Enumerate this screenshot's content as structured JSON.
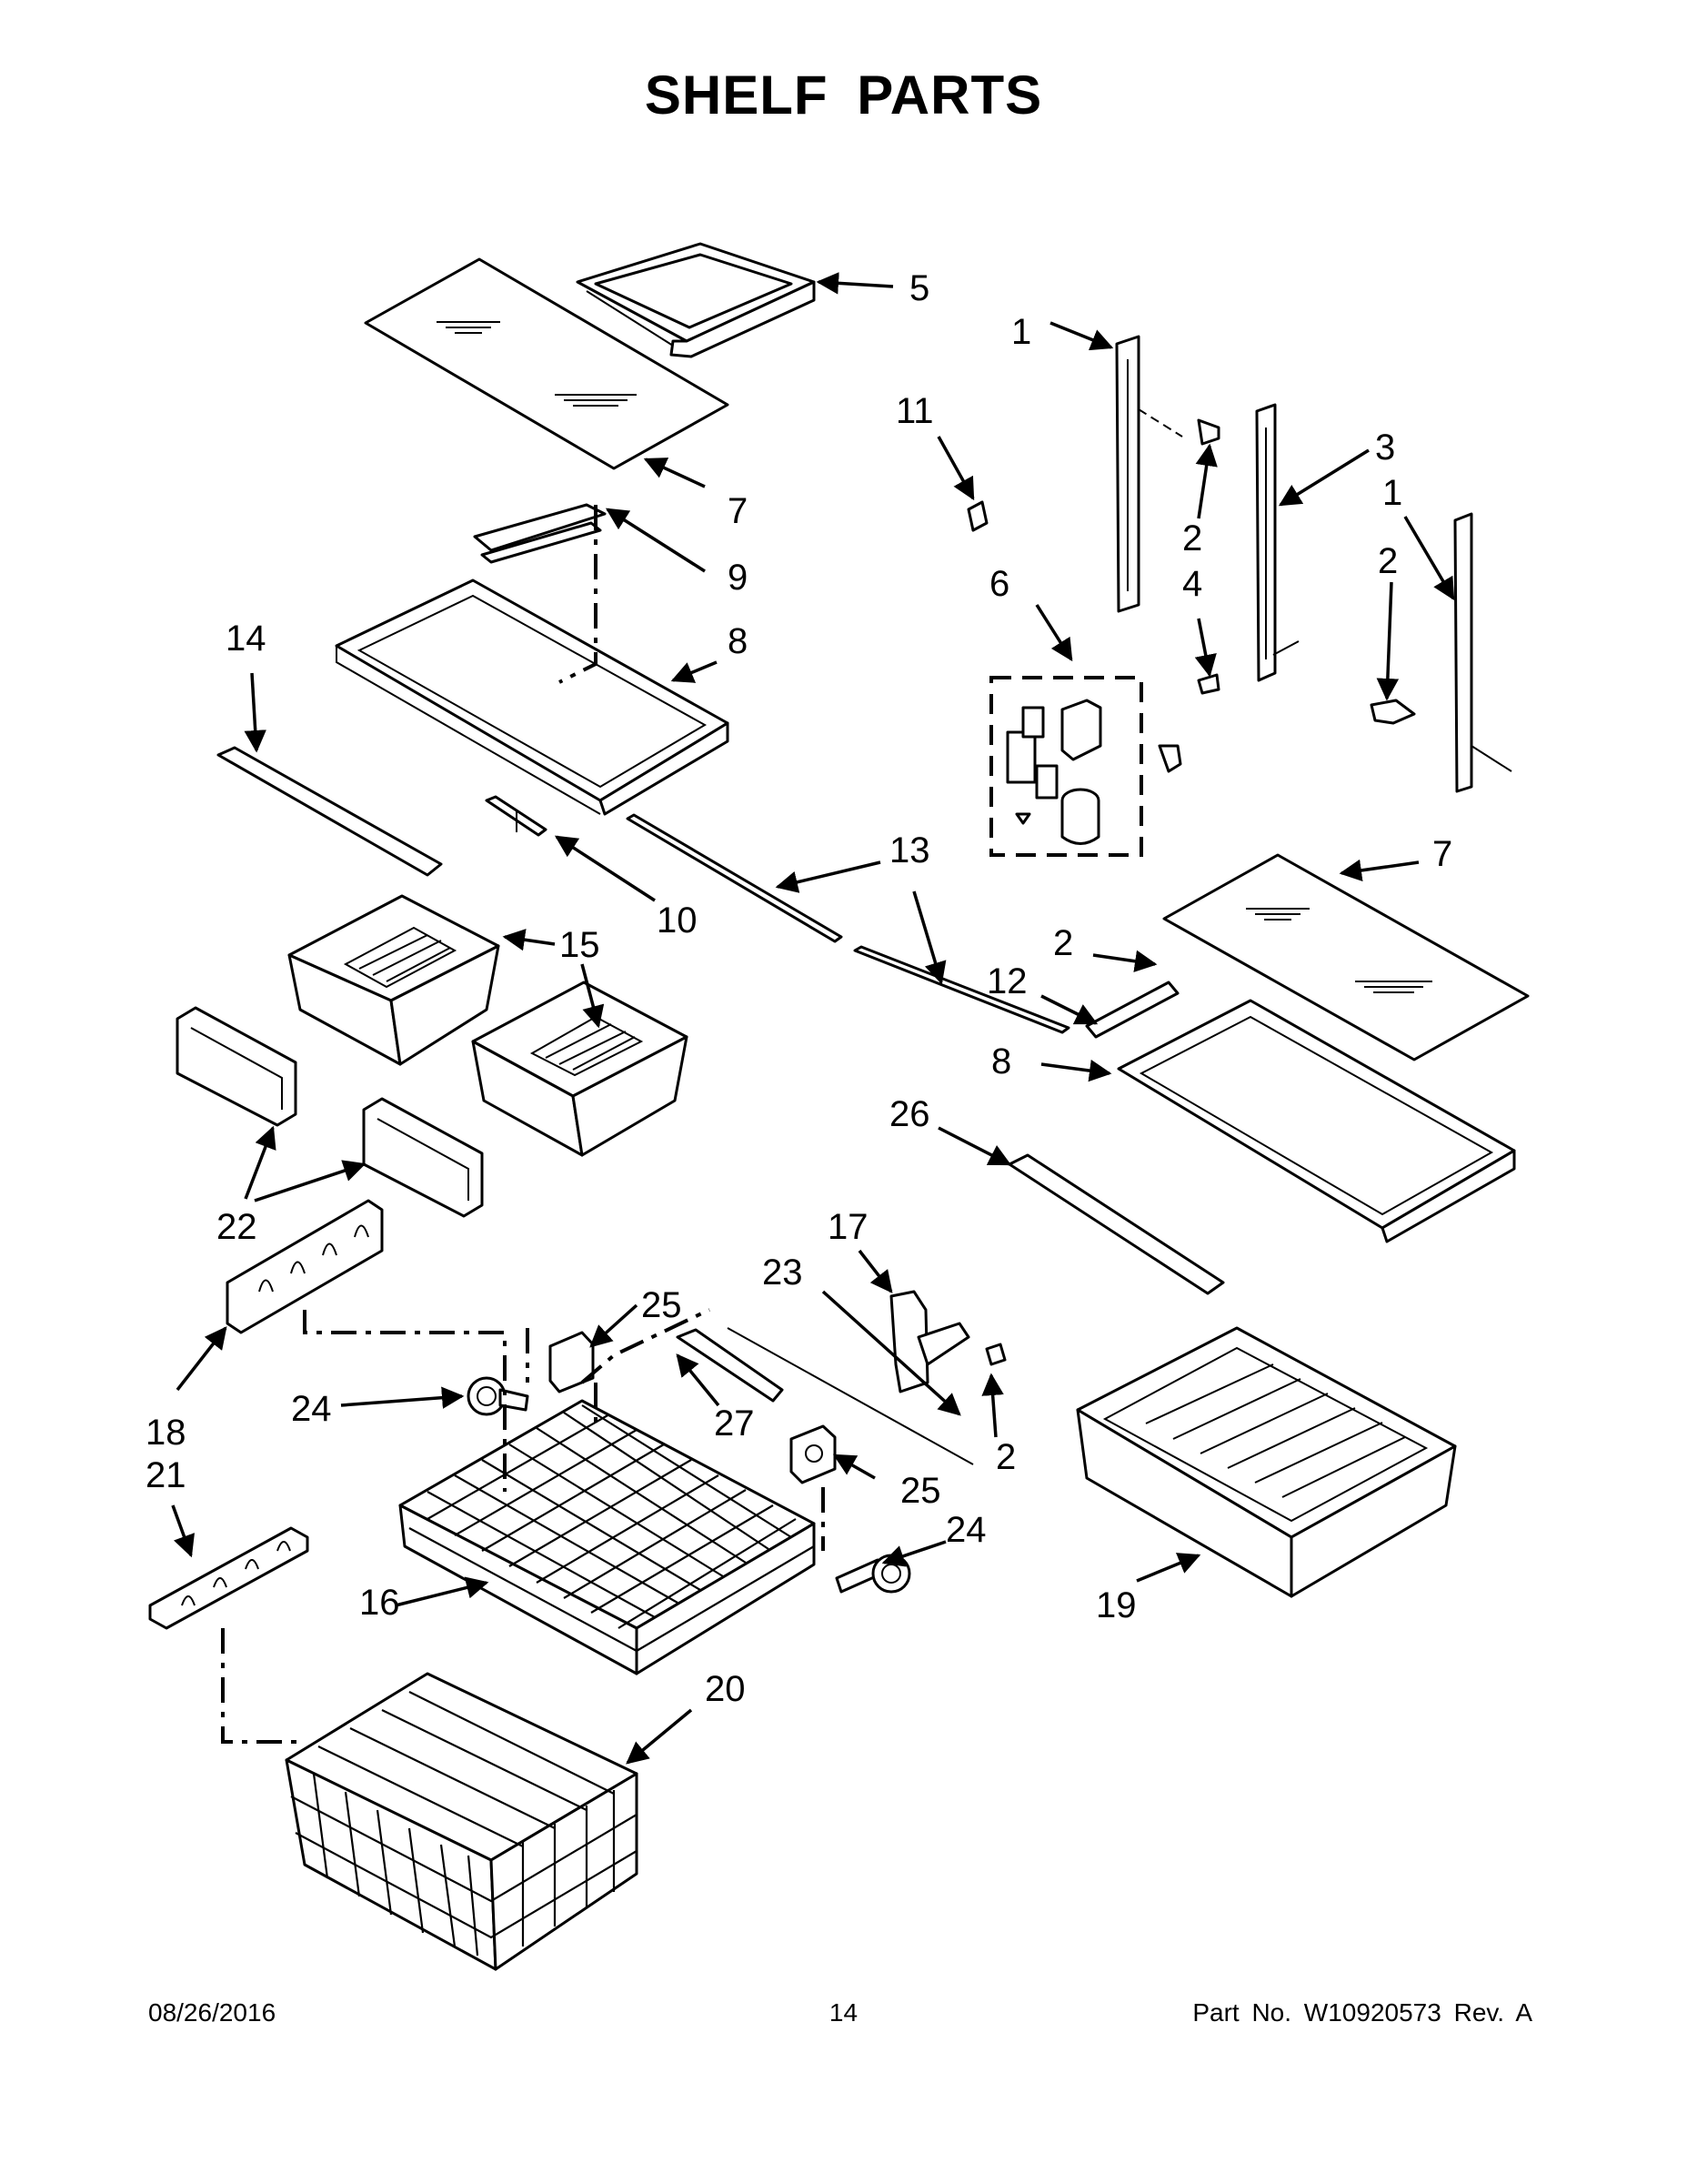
{
  "title": "SHELF PARTS",
  "footer": {
    "date": "08/26/2016",
    "page": "14",
    "part_number": "Part No.  W10920573  Rev.  A"
  },
  "callouts": {
    "c1a": "1",
    "c1b": "1",
    "c2a": "2",
    "c2b": "2",
    "c2c": "2",
    "c2d": "2",
    "c3": "3",
    "c4": "4",
    "c5": "5",
    "c6": "6",
    "c7a": "7",
    "c7b": "7",
    "c8a": "8",
    "c8b": "8",
    "c9": "9",
    "c10": "10",
    "c11": "11",
    "c12": "12",
    "c13": "13",
    "c14": "14",
    "c15": "15",
    "c16": "16",
    "c17": "17",
    "c18": "18",
    "c19": "19",
    "c20": "20",
    "c21": "21",
    "c22": "22",
    "c23": "23",
    "c24a": "24",
    "c24b": "24",
    "c25a": "25",
    "c25b": "25",
    "c26": "26",
    "c27": "27"
  }
}
